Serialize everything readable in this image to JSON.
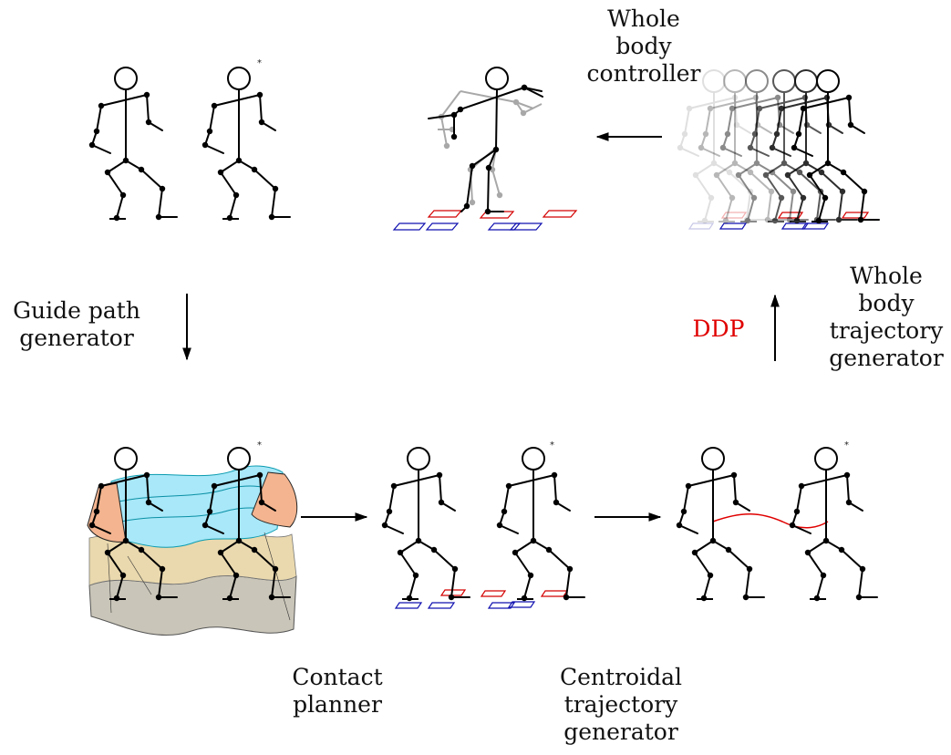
{
  "labels": {
    "whole_body_controller": "Whole\nbody\ncontroller",
    "guide_path_generator": "Guide path\ngenerator",
    "ddp": "DDP",
    "whole_body_trajectory_generator": "Whole\nbody\ntrajectory\ngenerator",
    "contact_planner": "Contact\nplanner",
    "centroidal_trajectory_generator": "Centroidal\ntrajectory\ngenerator",
    "goal_marker": "*"
  },
  "colors": {
    "figure": "#000000",
    "contact_right": "#d40000",
    "contact_left": "#1010b0",
    "ddp_text": "#e00000",
    "centroid_curve": "#e00000",
    "guide_cyan": "#a8e8f8",
    "guide_beige": "#ead9ae",
    "guide_gray": "#c9c5b8",
    "guide_cone": "#f3b48f"
  },
  "pipeline": [
    "guide_path_generator",
    "contact_planner",
    "centroidal_trajectory_generator",
    "whole_body_trajectory_generator",
    "whole_body_controller"
  ]
}
